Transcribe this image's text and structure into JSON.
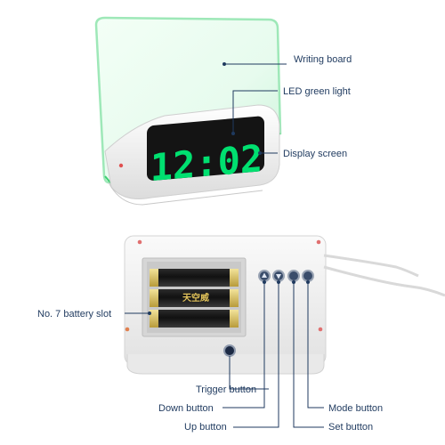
{
  "labels": {
    "writing_board": "Writing board",
    "led_green_light": "LED green light",
    "display_screen": "Display screen",
    "battery_slot": "No. 7 battery slot",
    "trigger_button": "Trigger button",
    "down_button": "Down button",
    "up_button": "Up button",
    "mode_button": "Mode button",
    "set_button": "Set button"
  },
  "clock": {
    "time": "12:02",
    "digit_color": "#00e070"
  },
  "battery_text": "天空威",
  "colors": {
    "callout_line": "#1f3a5f",
    "body": "#f1f1f1",
    "board_glow": "#b7f2cc"
  }
}
